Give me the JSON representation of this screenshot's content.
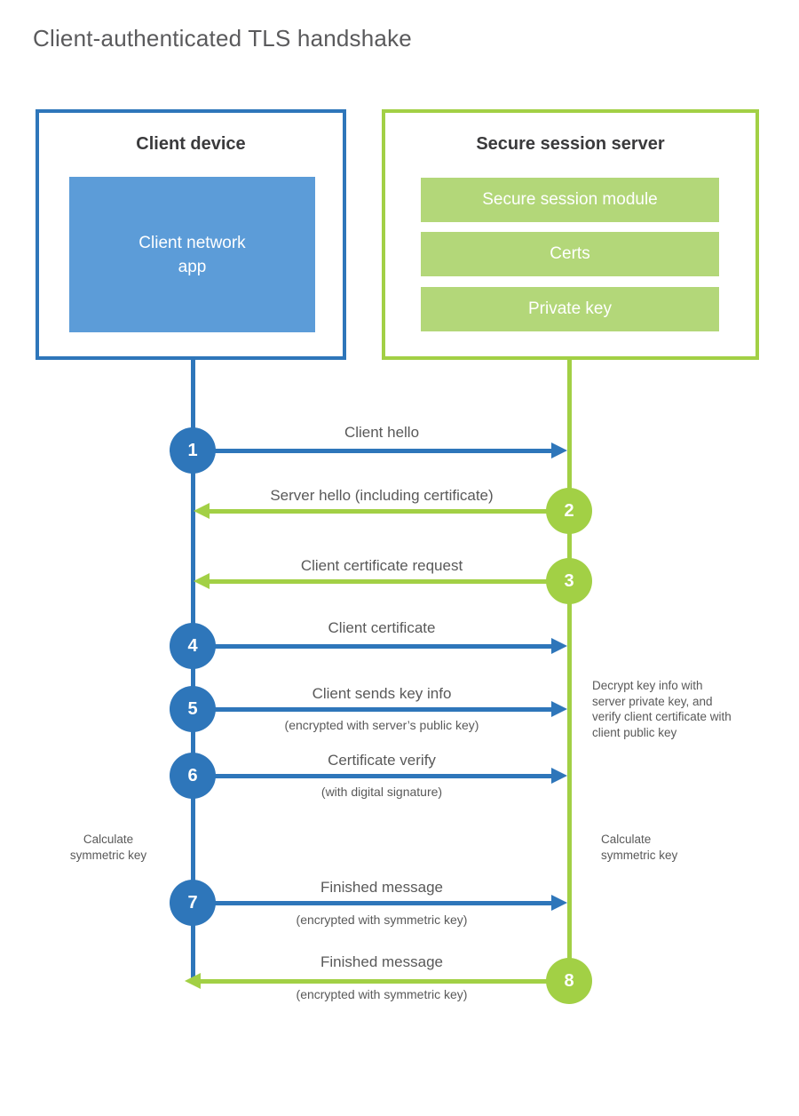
{
  "title": "Client-authenticated TLS handshake",
  "colors": {
    "blue_stroke": "#2e76ba",
    "blue_fill": "#5c9cd8",
    "green_stroke": "#a2d045",
    "green_fill": "#b3d779",
    "text_gray": "#595959",
    "heading_dark": "#3a3a3c"
  },
  "client": {
    "title": "Client device",
    "app_label": "Client network\napp"
  },
  "server": {
    "title": "Secure session server",
    "modules": [
      "Secure session module",
      "Certs",
      "Private key"
    ]
  },
  "steps": [
    {
      "num": "1",
      "label": "Client hello",
      "direction": "client-to-server"
    },
    {
      "num": "2",
      "label": "Server hello (including certificate)",
      "direction": "server-to-client"
    },
    {
      "num": "3",
      "label": "Client certificate request",
      "direction": "server-to-client"
    },
    {
      "num": "4",
      "label": "Client certificate",
      "direction": "client-to-server"
    },
    {
      "num": "5",
      "label": "Client sends key info",
      "sub": "(encrypted with server’s public key)",
      "direction": "client-to-server"
    },
    {
      "num": "6",
      "label": "Certificate verify",
      "sub": "(with digital signature)",
      "direction": "client-to-server"
    },
    {
      "num": "7",
      "label": "Finished message",
      "sub": "(encrypted with symmetric key)",
      "direction": "client-to-server"
    },
    {
      "num": "8",
      "label": "Finished message",
      "sub": "(encrypted with symmetric key)",
      "direction": "server-to-client"
    }
  ],
  "notes": {
    "decrypt": "Decrypt key info with server private key, and verify client certificate with client public key",
    "calc_left": "Calculate\nsymmetric key",
    "calc_right": "Calculate\nsymmetric key"
  }
}
